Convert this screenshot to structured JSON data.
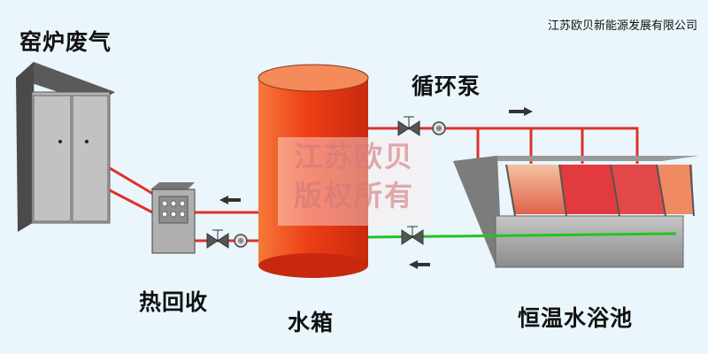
{
  "header": {
    "company": "江苏欧贝新能源发展有限公司"
  },
  "labels": {
    "kiln_exhaust": "窑炉废气",
    "circulation_pump": "循环泵",
    "heat_recovery": "热回收",
    "water_tank": "水箱",
    "bath_pool": "恒温水浴池"
  },
  "watermark": {
    "line1": "江苏欧贝",
    "line2": "版权所有"
  },
  "colors": {
    "hot_pipe": "#e0312a",
    "cold_pipe": "#22c322",
    "tank": "#f0501c",
    "background": "#eaf6fb"
  },
  "icons": [
    "valve-icon",
    "pump-icon",
    "flow-arrow-icon",
    "gauge-icon"
  ]
}
